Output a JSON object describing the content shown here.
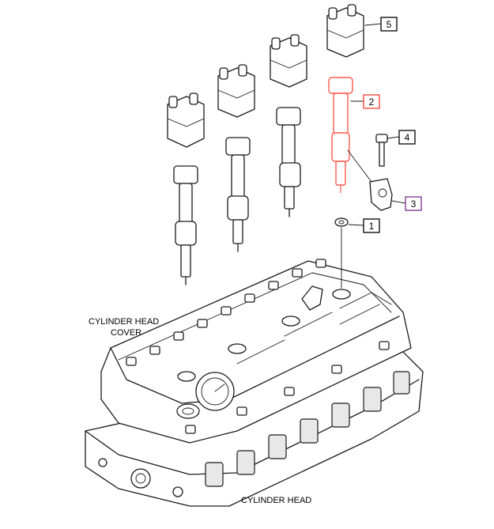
{
  "labels": {
    "cylinder_head_cover_line1": "CYLINDER HEAD",
    "cylinder_head_cover_line2": "COVER",
    "cylinder_head": "CYLINDER HEAD"
  },
  "callouts": [
    {
      "number": "1",
      "box_color": "#000000"
    },
    {
      "number": "2",
      "box_color": "#ff3b30"
    },
    {
      "number": "3",
      "box_color": "#7b2d8e"
    },
    {
      "number": "4",
      "box_color": "#000000"
    },
    {
      "number": "5",
      "box_color": "#000000"
    }
  ],
  "colors": {
    "line": "#1a1a1a",
    "highlight_injector": "#ff5a4e"
  }
}
